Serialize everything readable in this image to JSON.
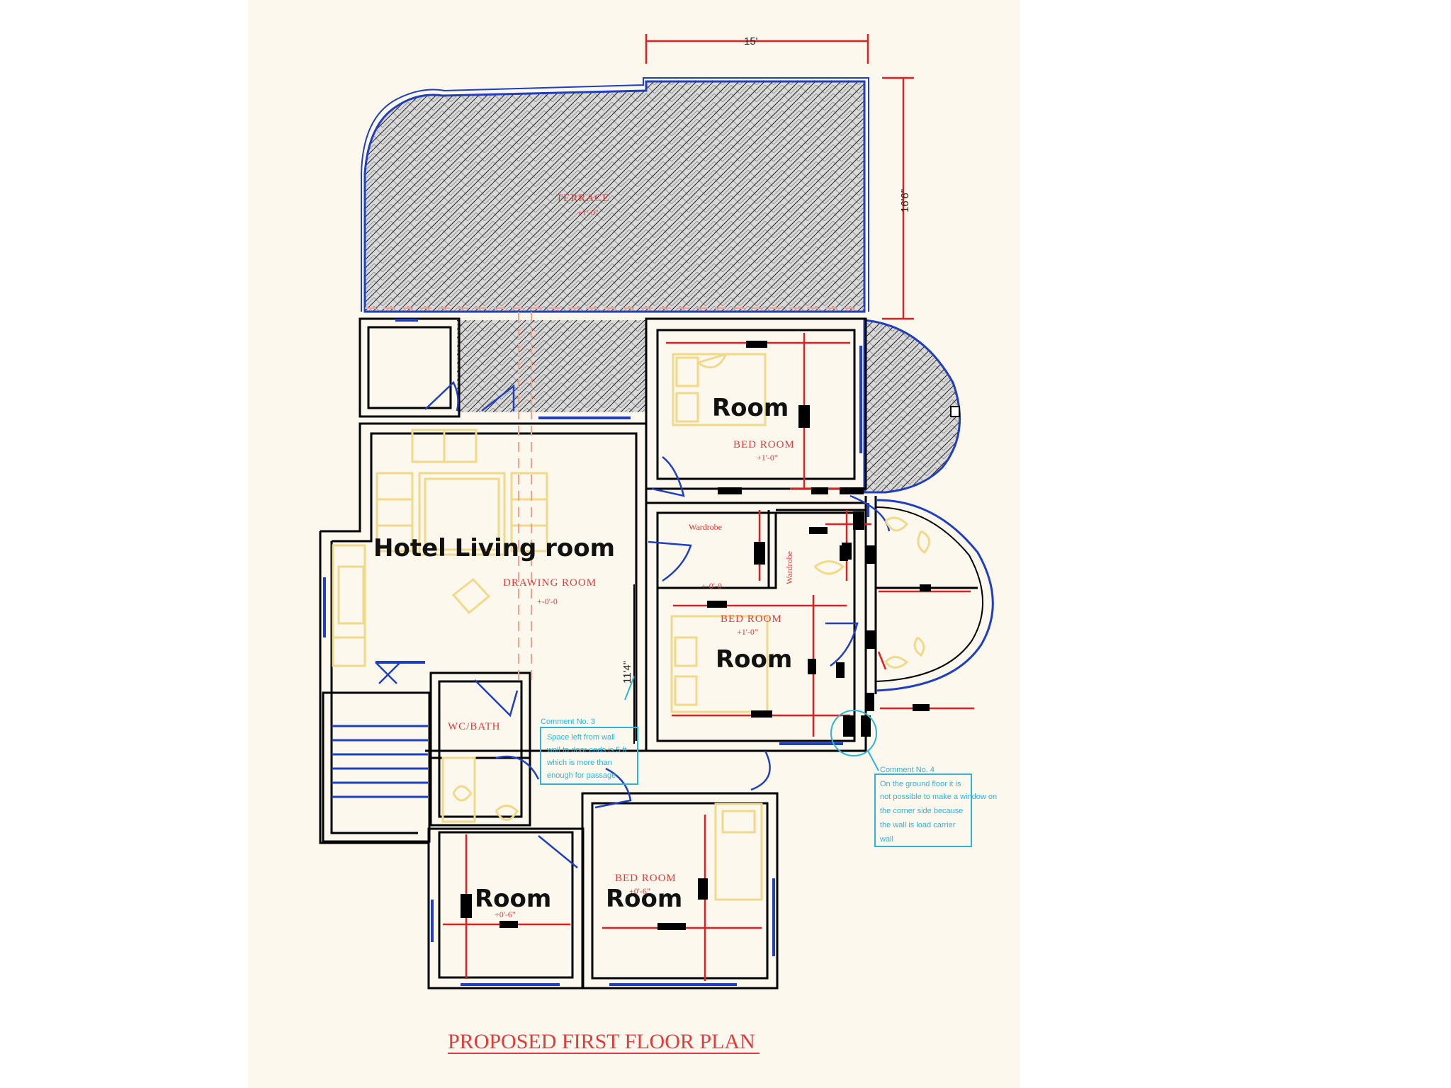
{
  "plan_title": "PROPOSED FIRST FLOOR PLAN",
  "dimensions": {
    "top_width": "15'",
    "terrace_depth": "16'6\"",
    "living_depth": "11'4\""
  },
  "rooms": {
    "terrace": {
      "name": "TERRACE",
      "level": "+1'-0\""
    },
    "bedroom_top": {
      "overlay": "Room",
      "name": "BED ROOM",
      "level": "+1'-0\""
    },
    "living": {
      "overlay": "Hotel Living room",
      "name": "DRAWING ROOM",
      "level": "+-0'-0"
    },
    "wardrobe_a": "Wardrobe",
    "wardrobe_b": "Wardrobe",
    "passage_level": "+-0'-0",
    "bedroom_mid": {
      "overlay": "Room",
      "name": "BED ROOM",
      "level": "+1'-0\""
    },
    "wcbath": "WC/BATH",
    "room_bl": {
      "overlay": "Room",
      "level": "+0'-6\""
    },
    "room_br": {
      "overlay": "Room",
      "name": "BED ROOM",
      "level": "+0'-6\""
    }
  },
  "comments": {
    "c3_title": "Comment No. 3",
    "c3_lines": [
      "Space left from wall",
      "wall to door ends is 5 ft",
      "which is more than",
      "enough for passage"
    ],
    "c4_title": "Comment No. 4",
    "c4_lines": [
      "On the ground floor it is",
      "not possible to make a window on",
      "the corner side because",
      "the wall is load carrier",
      "wall"
    ]
  },
  "colors": {
    "wall": "#000000",
    "window": "#1f3fbf",
    "furniture": "#f1d98a",
    "dimension": "#e02020",
    "comment": "#2fb3d6",
    "sheet": "#fdf8ee"
  }
}
